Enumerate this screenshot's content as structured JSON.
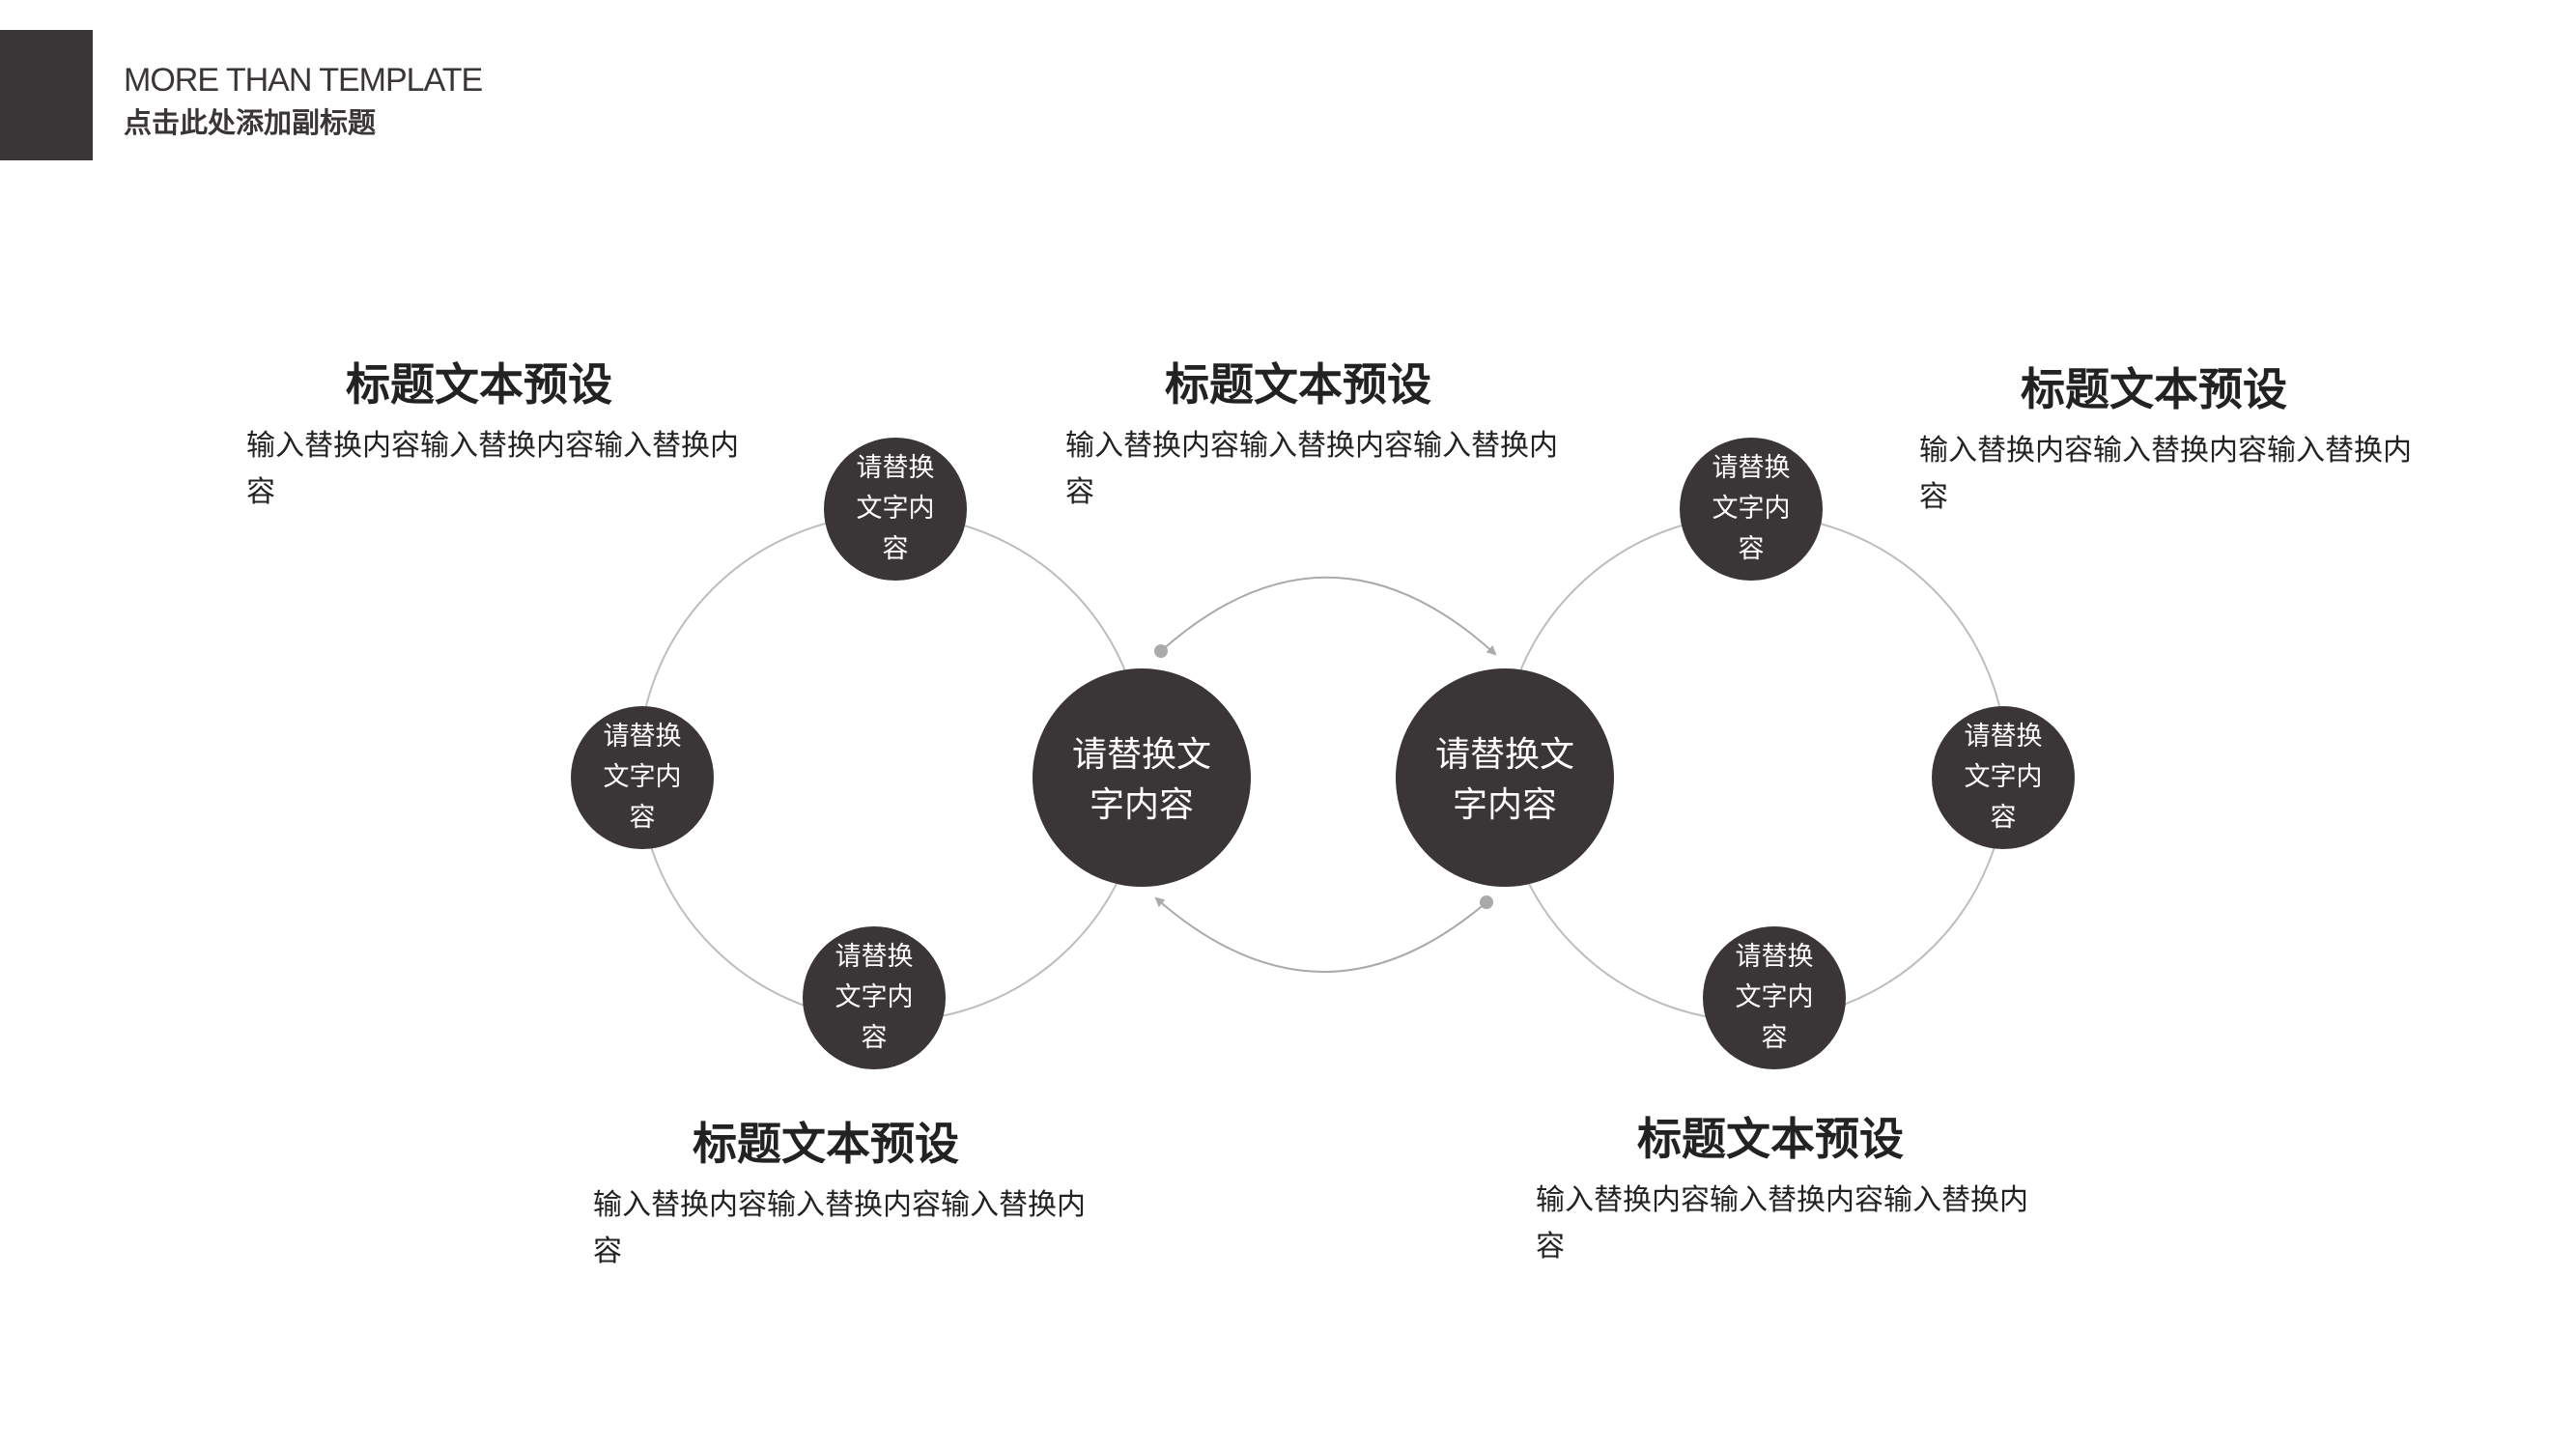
{
  "header": {
    "title": "MORE THAN TEMPLATE",
    "subtitle": "点击此处添加副标题"
  },
  "blocks": [
    {
      "title": "标题文本预设",
      "body": "输入替换内容输入替换内容输入替换内容"
    },
    {
      "title": "标题文本预设",
      "body": "输入替换内容输入替换内容输入替换内容"
    },
    {
      "title": "标题文本预设",
      "body": "输入替换内容输入替换内容输入替换内容"
    },
    {
      "title": "标题文本预设",
      "body": "输入替换内容输入替换内容输入替换内容"
    },
    {
      "title": "标题文本预设",
      "body": "输入替换内容输入替换内容输入替换内容"
    }
  ],
  "small_nodes": [
    "请替换文字内容",
    "请替换文字内容",
    "请替换文字内容",
    "请替换文字内容",
    "请替换文字内容",
    "请替换文字内容"
  ],
  "big_nodes": [
    "请替换文字内容",
    "请替换文字内容"
  ],
  "colors": {
    "dark": "#3a3536",
    "ring": "#bdbdbd"
  }
}
